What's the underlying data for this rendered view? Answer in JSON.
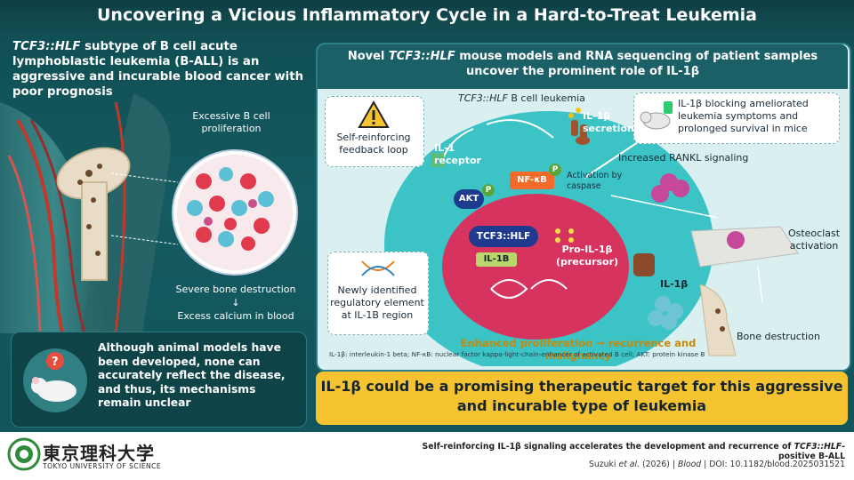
{
  "title": "Uncovering a Vicious Inflammatory Cycle in a Hard-to-Treat Leukemia",
  "left": {
    "intro_em": "TCF3::HLF",
    "intro_rest": " subtype of B cell acute lymphoblastic leukemia (B-ALL) is an aggressive and incurable blood cancer with poor prognosis",
    "excess_label": "Excessive B cell proliferation",
    "severe_label": "Severe bone destruction",
    "arrow": "↓",
    "calcium_label": "Excess calcium in blood",
    "lower_text": "Although animal models have been developed, none can accurately reflect the disease, and thus, its mechanisms remain unclear"
  },
  "right": {
    "header_line1_a": "Novel ",
    "header_line1_em": "TCF3::HLF",
    "header_line1_b": " mouse models and RNA sequencing of patient samples",
    "header_line2": "uncover the prominent role of IL-1β",
    "feedback": "Self-reinforcing feedback loop",
    "cell_title_em": "TCF3::HLF",
    "cell_title_rest": " B cell leukemia",
    "il1b_secretion": "IL-1β secretion",
    "blocking": "IL-1β blocking ameliorated leukemia symptoms and prolonged survival in mice",
    "il1_receptor": "IL-1 receptor",
    "akt": "AKT",
    "p": "P",
    "nfkb": "NF-κB",
    "activation": "Activation by caspase",
    "rankl": "Increased RANKL signaling",
    "tcf3": "TCF3::HLF",
    "il1b_gene": "IL-1B",
    "pro_il1b": "Pro-IL-1β (precursor)",
    "il1b_label": "IL-1β",
    "regulatory": "Newly identified regulatory element at IL-1B region",
    "osteoclast": "Osteoclast activation",
    "bone_destruction": "Bone destruction",
    "enhanced": "Enhanced proliferation → recurrence and malignancy",
    "abbrev": "IL-1β: interleukin-1 beta; NF-κB: nuclear factor kappa-light-chain-enhancer of activated B cell; AKT: protein kinase B"
  },
  "callout": {
    "line1": "IL-1β could be a promising therapeutic target for this aggressive",
    "line2": "and incurable type of leukemia"
  },
  "footer": {
    "uni_jp": "東京理科大学",
    "uni_en": "TOKYO UNIVERSITY OF SCIENCE",
    "line1_a": "Self-reinforcing IL-1β signaling accelerates the development and recurrence of ",
    "line1_em": "TCF3::HLF",
    "line1_b": "-positive B-ALL",
    "authors": "Suzuki ",
    "etal": "et al.",
    "year": " (2026) | ",
    "journal": "Blood",
    "doi": " | DOI: 10.1182/blood.2025031521"
  },
  "colors": {
    "teal_dark": "#0f4d52",
    "panel": "#daeff0",
    "cell_outer": "#3bc3c6",
    "nucleus": "#d6335f",
    "callout": "#f5c230"
  }
}
